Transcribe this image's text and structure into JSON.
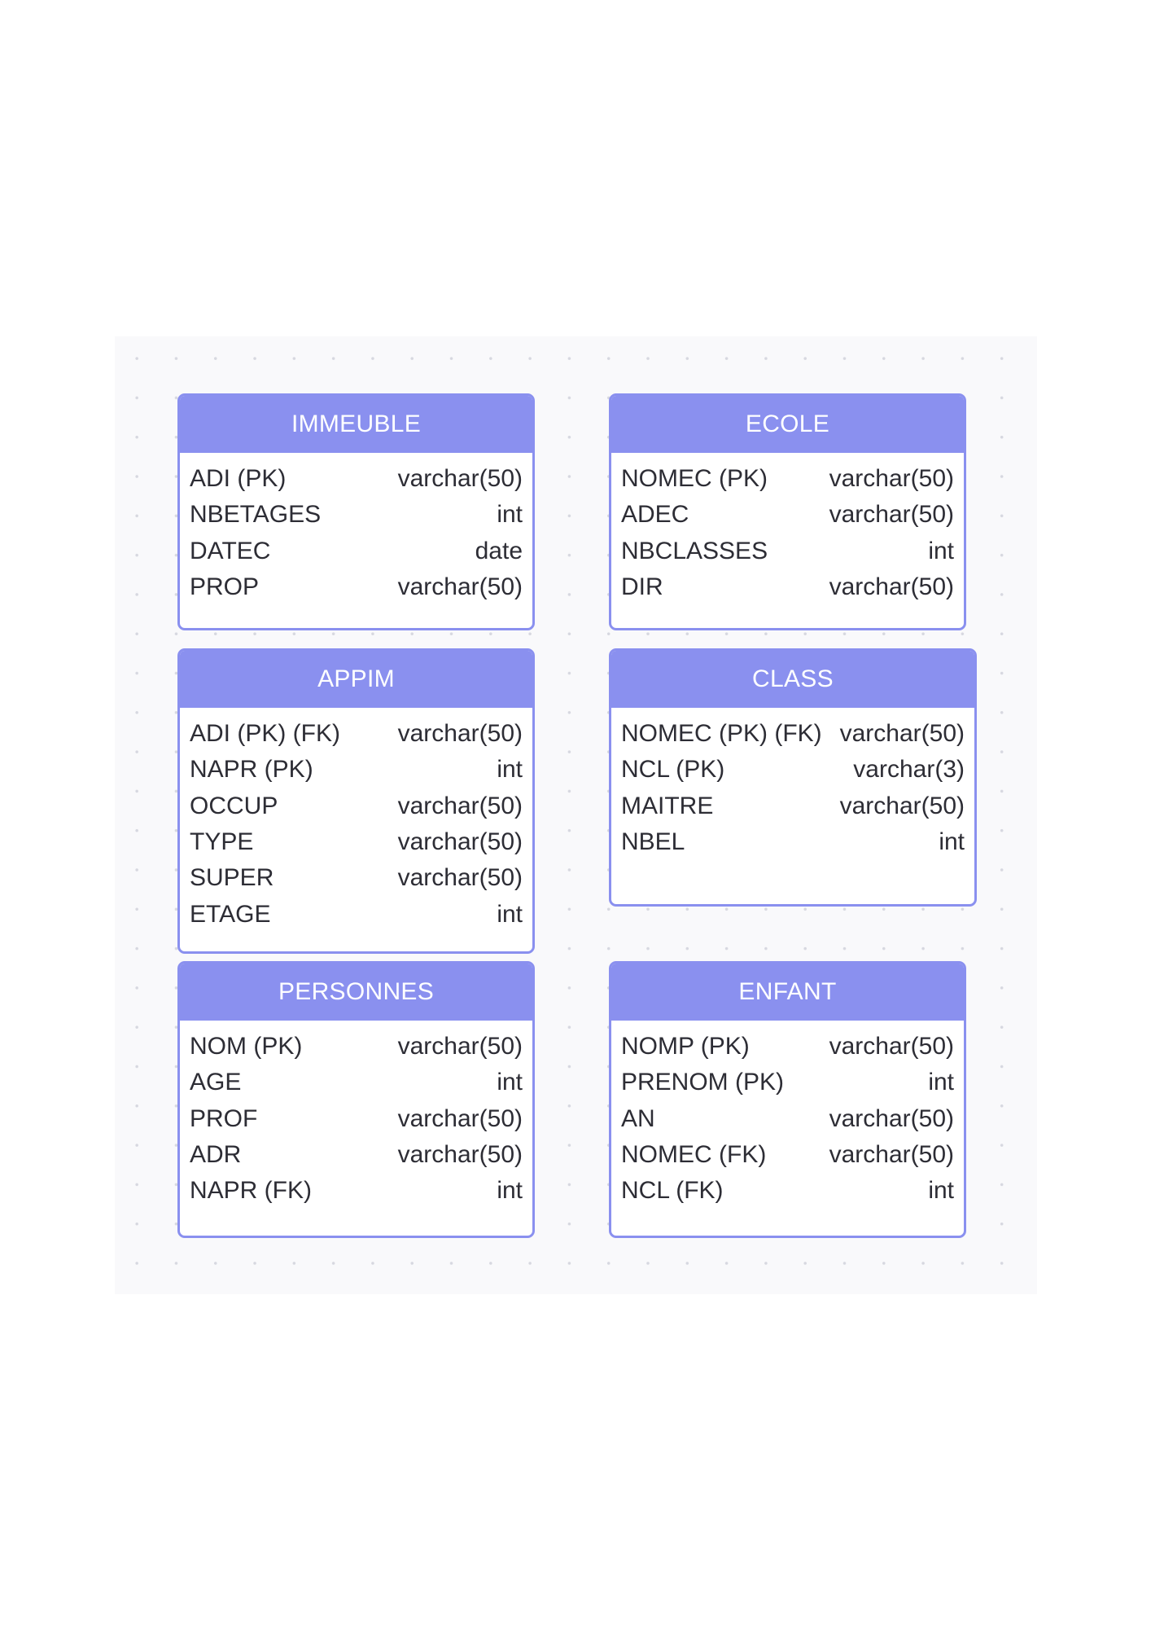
{
  "colors": {
    "accent": "#8a90ef",
    "header_text": "#ffffff",
    "body_text": "#2d2d35",
    "canvas_bg": "#f9f9fb",
    "grid_dot": "#d7d8e0"
  },
  "tables": {
    "immeuble": {
      "name": "IMMEUBLE",
      "columns": [
        {
          "name": "ADI (PK)",
          "type": "varchar(50)"
        },
        {
          "name": "NBETAGES",
          "type": "int"
        },
        {
          "name": "DATEC",
          "type": "date"
        },
        {
          "name": "PROP",
          "type": "varchar(50)"
        }
      ]
    },
    "ecole": {
      "name": "ECOLE",
      "columns": [
        {
          "name": "NOMEC (PK)",
          "type": "varchar(50)"
        },
        {
          "name": "ADEC",
          "type": "varchar(50)"
        },
        {
          "name": "NBCLASSES",
          "type": "int"
        },
        {
          "name": "DIR",
          "type": "varchar(50)"
        }
      ]
    },
    "appim": {
      "name": "APPIM",
      "columns": [
        {
          "name": "ADI (PK) (FK)",
          "type": "varchar(50)"
        },
        {
          "name": "NAPR (PK)",
          "type": "int"
        },
        {
          "name": "OCCUP",
          "type": "varchar(50)"
        },
        {
          "name": "TYPE",
          "type": "varchar(50)"
        },
        {
          "name": "SUPER",
          "type": "varchar(50)"
        },
        {
          "name": "ETAGE",
          "type": "int"
        }
      ]
    },
    "class": {
      "name": "CLASS",
      "columns": [
        {
          "name": "NOMEC (PK) (FK)",
          "type": "varchar(50)"
        },
        {
          "name": "NCL (PK)",
          "type": "varchar(3)"
        },
        {
          "name": "MAITRE",
          "type": "varchar(50)"
        },
        {
          "name": "NBEL",
          "type": "int"
        }
      ]
    },
    "personnes": {
      "name": "PERSONNES",
      "columns": [
        {
          "name": "NOM (PK)",
          "type": "varchar(50)"
        },
        {
          "name": "AGE",
          "type": "int"
        },
        {
          "name": "PROF",
          "type": "varchar(50)"
        },
        {
          "name": "ADR",
          "type": "varchar(50)"
        },
        {
          "name": "NAPR (FK)",
          "type": "int"
        }
      ]
    },
    "enfant": {
      "name": "ENFANT",
      "columns": [
        {
          "name": "NOMP (PK)",
          "type": "varchar(50)"
        },
        {
          "name": "PRENOM (PK)",
          "type": "int"
        },
        {
          "name": "AN",
          "type": "varchar(50)"
        },
        {
          "name": "NOMEC (FK)",
          "type": "varchar(50)"
        },
        {
          "name": "NCL (FK)",
          "type": "int"
        }
      ]
    }
  }
}
